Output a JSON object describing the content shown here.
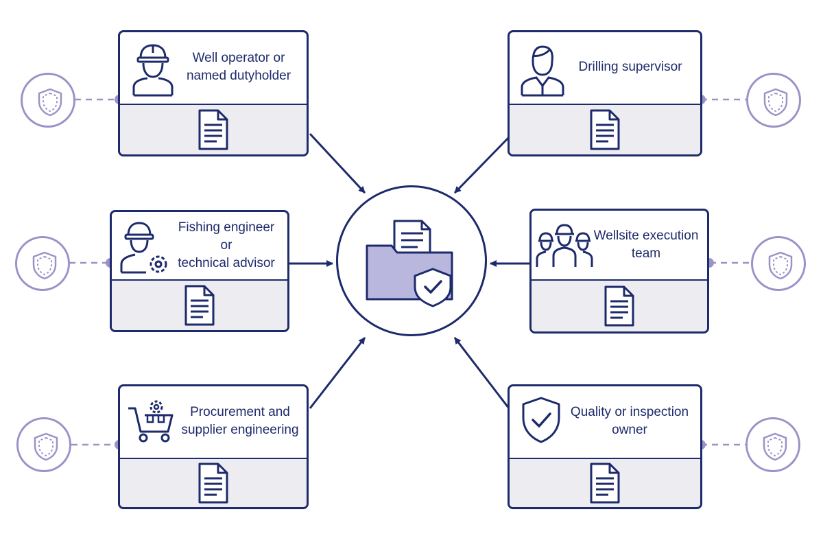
{
  "roles": {
    "well_operator": {
      "label_line1": "Well operator or",
      "label_line2": "named dutyholder",
      "icon": "hardhat-worker-icon"
    },
    "drilling_supervisor": {
      "label_line1": "Drilling supervisor",
      "label_line2": "",
      "icon": "person-icon"
    },
    "fishing_engineer": {
      "label_line1": "Fishing engineer or",
      "label_line2": "technical advisor",
      "icon": "engineer-gear-icon"
    },
    "wellsite_team": {
      "label_line1": "Wellsite execution",
      "label_line2": "team",
      "icon": "team-icon"
    },
    "procurement": {
      "label_line1": "Procurement and",
      "label_line2": "supplier engineering",
      "icon": "cart-gear-icon"
    },
    "quality_owner": {
      "label_line1": "Quality or inspection",
      "label_line2": "owner",
      "icon": "shield-check-icon"
    }
  },
  "hub": {
    "icon": "secure-folder-icon"
  },
  "colors": {
    "navy": "#1d2a6b",
    "lavender": "#9a93c8",
    "panel_gray": "#ededf1",
    "folder_fill": "#b9b7dd"
  }
}
